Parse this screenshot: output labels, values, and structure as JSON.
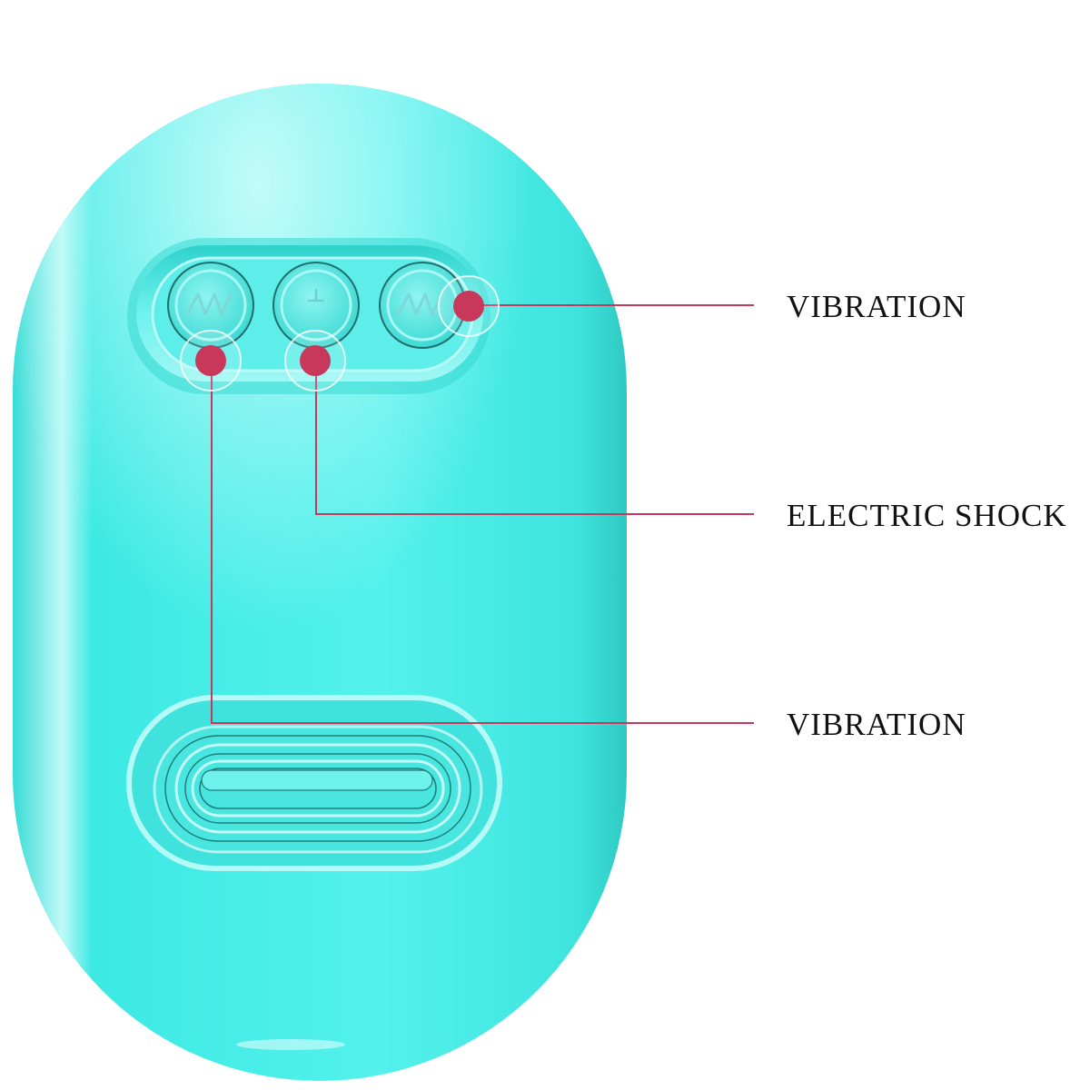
{
  "diagram": {
    "subject": "remote control",
    "colors": {
      "body": "#3fe8e2",
      "body_light": "#aef9f8",
      "body_dark": "#2bcfc8",
      "callout": "#c8385a",
      "label_text": "#111111",
      "background": "#ffffff"
    },
    "buttons": [
      {
        "id": "left",
        "icon": "wave-icon",
        "glyph": "∿∿"
      },
      {
        "id": "center",
        "icon": "electric-shock-icon",
        "glyph": "⊥"
      },
      {
        "id": "right",
        "icon": "wave-icon",
        "glyph": "∿∿"
      }
    ],
    "bottom_pad": {
      "icon": "slider-pad-icon"
    },
    "callouts": [
      {
        "label": "VIBRATION",
        "target": "right-button"
      },
      {
        "label": "ELECTRIC SHOCK",
        "target": "center-button"
      },
      {
        "label": "VIBRATION",
        "target": "left-button-and-bottom-pad"
      }
    ]
  }
}
